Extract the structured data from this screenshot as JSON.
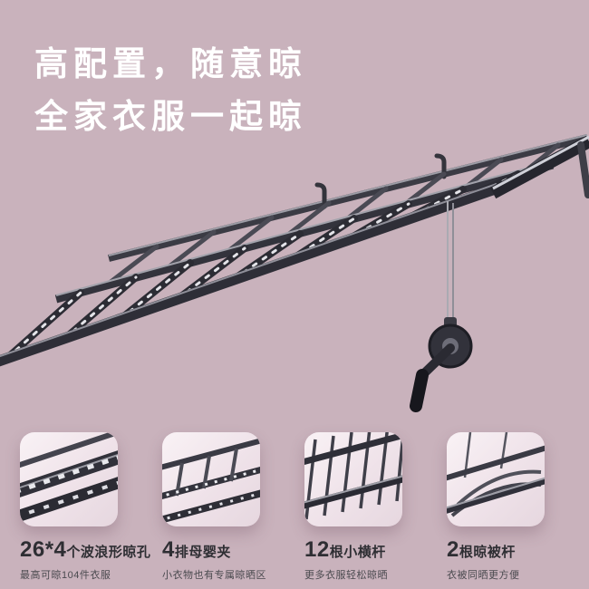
{
  "colors": {
    "background": "#c9b2bc",
    "headline_text": "#ffffff",
    "card_title_text": "#2e2e33",
    "card_subtitle_text": "#4a4a4f"
  },
  "headline": {
    "line1": "高配置，随意晾",
    "line2": "全家衣服一起晾"
  },
  "hero": {
    "icon": "drying-rack-with-hand-crank-photo"
  },
  "features": [
    {
      "number": "26*4",
      "title": "个波浪形晾孔",
      "subtitle": "最高可晾104件衣服",
      "icon": "wavy-holes-closeup-thumb"
    },
    {
      "number": "4",
      "title": "排母婴夹",
      "subtitle": "小衣物也有专属晾晒区",
      "icon": "baby-clip-rows-closeup-thumb"
    },
    {
      "number": "12",
      "title": "根小横杆",
      "subtitle": "更多衣服轻松晾晒",
      "icon": "small-cross-bars-closeup-thumb"
    },
    {
      "number": "2",
      "title": "根晾被杆",
      "subtitle": "衣被同晒更方便",
      "icon": "quilt-rod-closeup-thumb"
    }
  ]
}
